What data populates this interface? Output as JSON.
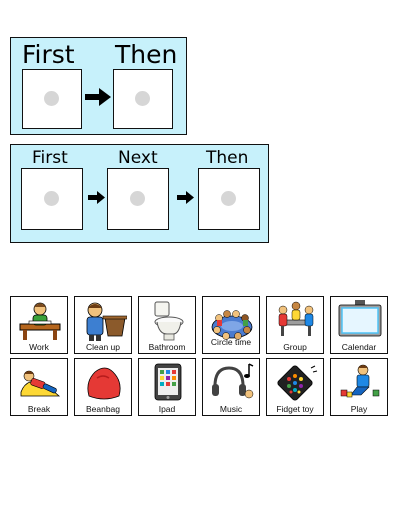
{
  "first_then": {
    "first": "First",
    "then": "Then"
  },
  "first_next_then": {
    "first": "First",
    "next": "Next",
    "then": "Then"
  },
  "cards": [
    {
      "label": "Work",
      "icon": "work-icon"
    },
    {
      "label": "Clean up",
      "icon": "clean-up-icon"
    },
    {
      "label": "Bathroom",
      "icon": "bathroom-icon"
    },
    {
      "label": "Circle time",
      "icon": "circle-time-icon"
    },
    {
      "label": "Group",
      "icon": "group-icon"
    },
    {
      "label": "Calendar",
      "icon": "calendar-icon"
    },
    {
      "label": "Break",
      "icon": "break-icon"
    },
    {
      "label": "Beanbag",
      "icon": "beanbag-icon"
    },
    {
      "label": "Ipad",
      "icon": "ipad-icon"
    },
    {
      "label": "Music",
      "icon": "music-icon"
    },
    {
      "label": "Fidget toy",
      "icon": "fidget-toy-icon"
    },
    {
      "label": "Play",
      "icon": "play-icon"
    }
  ],
  "colors": {
    "board_bg": "#c7f1fb",
    "border": "#111111",
    "placeholder_dot": "#d6d6d6"
  }
}
